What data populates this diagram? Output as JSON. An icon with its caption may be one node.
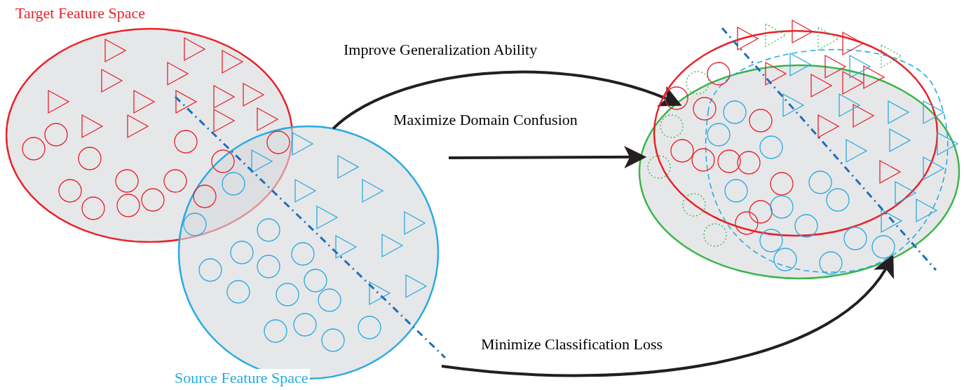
{
  "diagram": {
    "nodes": [
      {
        "text": [
          "Target Feature Space"
        ]
      },
      {
        "text": [
          "Source Feature Space"
        ]
      },
      {
        "text": [],
        "shape": "ellipse"
      }
    ],
    "edges": [
      {
        "from": 1,
        "to": 2,
        "arrow": "to",
        "label": "Improve Generalization Ability"
      },
      {
        "from": null,
        "to": 2,
        "arrow": "to",
        "label": "Maximize Domain Confusion"
      },
      {
        "from": null,
        "to": 2,
        "arrow": "to",
        "label": "Minimize Classification Loss"
      }
    ]
  }
}
